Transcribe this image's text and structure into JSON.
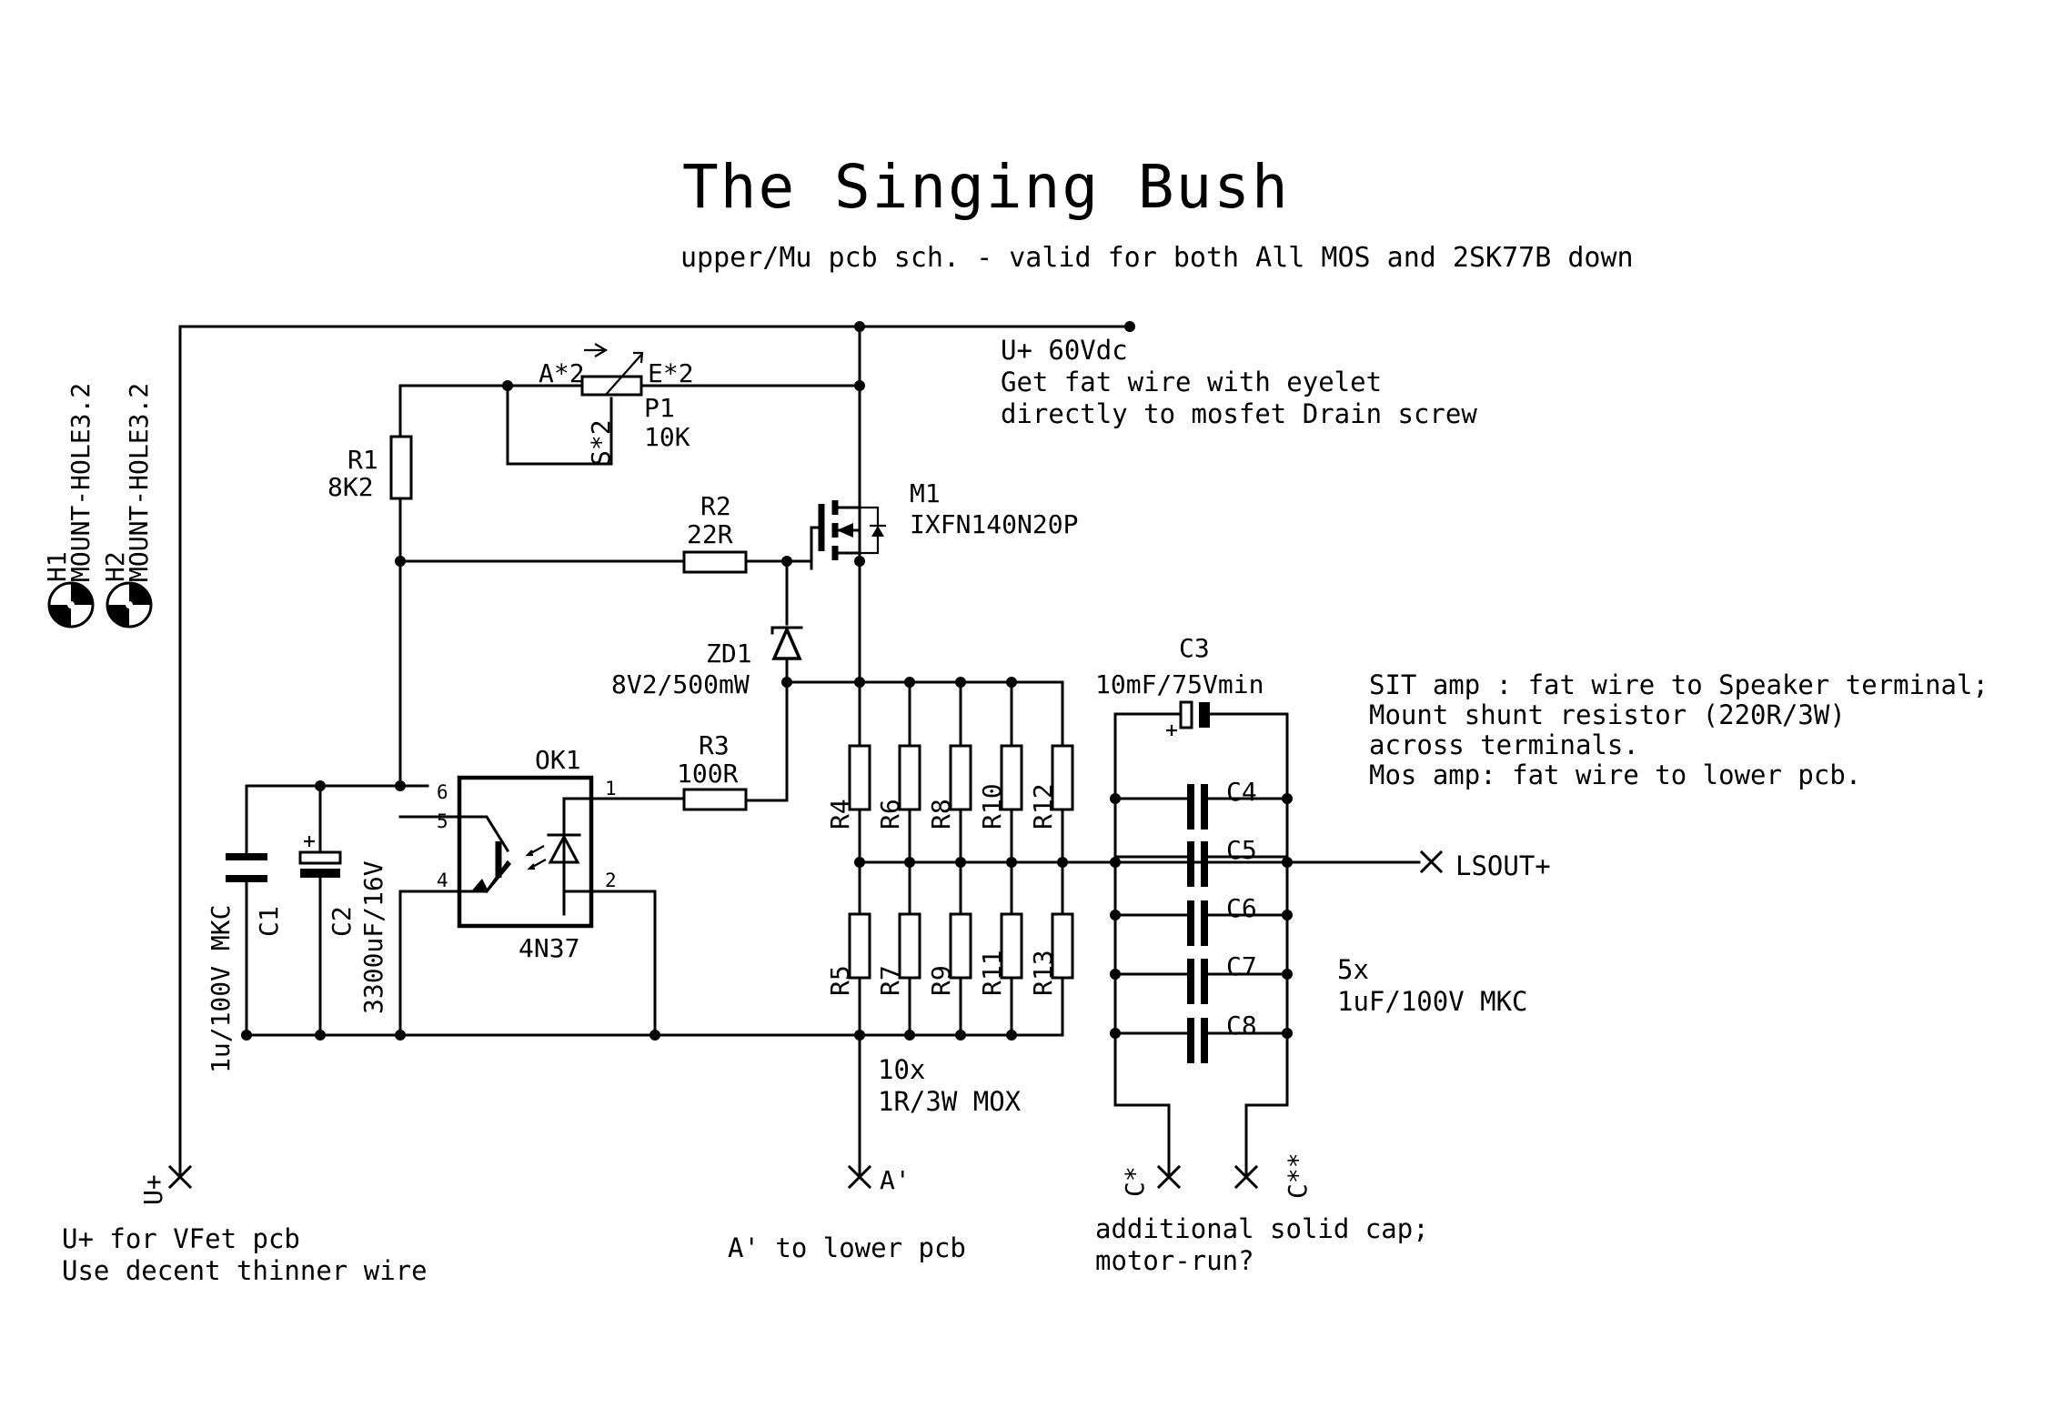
{
  "title": "The Singing Bush",
  "subtitle": "upper/Mu pcb sch. - valid for both All MOS and 2SK77B down",
  "supply_note": [
    "U+ 60Vdc",
    "Get fat wire with eyelet",
    "directly to mosfet Drain screw"
  ],
  "mount_holes": [
    {
      "name": "H1",
      "value": "MOUNT-HOLE3.2"
    },
    {
      "name": "H2",
      "value": "MOUNT-HOLE3.2"
    }
  ],
  "components": {
    "p1": {
      "name": "P1",
      "value": "10K",
      "pin_a": "A*2",
      "pin_e": "E*2",
      "pin_s": "S*2"
    },
    "r1": {
      "name": "R1",
      "value": "8K2"
    },
    "r2": {
      "name": "R2",
      "value": "22R"
    },
    "r3": {
      "name": "R3",
      "value": "100R"
    },
    "m1": {
      "name": "M1",
      "value": "IXFN140N20P"
    },
    "zd1": {
      "name": "ZD1",
      "value": "8V2/500mW"
    },
    "ok1": {
      "name": "OK1",
      "value": "4N37",
      "pins": [
        "1",
        "2",
        "4",
        "5",
        "6"
      ]
    },
    "c1": {
      "name": "C1",
      "value": "1u/100V MKC"
    },
    "c2": {
      "name": "C2",
      "value": "3300uF/16V"
    },
    "c3": {
      "name": "C3",
      "value": "10mF/75Vmin"
    },
    "c_bank": [
      "C4",
      "C5",
      "C6",
      "C7",
      "C8"
    ],
    "r_top": [
      "R4",
      "R6",
      "R8",
      "R10",
      "R12"
    ],
    "r_bottom": [
      "R5",
      "R7",
      "R9",
      "R11",
      "R13"
    ]
  },
  "resistor_note": [
    "10x",
    "1R/3W MOX"
  ],
  "cap_note": [
    "5x",
    "1uF/100V MKC"
  ],
  "sit_note": [
    "SIT amp : fat wire to Speaker terminal;",
    "Mount shunt resistor (220R/3W)",
    "across terminals.",
    "Mos amp: fat wire to lower pcb."
  ],
  "terminals": {
    "lsout": "LSOUT+",
    "uplus": "U+",
    "aprime": "A'",
    "c_star": "C*",
    "c_star2": "C**"
  },
  "bottom_notes": {
    "uplus": [
      "U+ for VFet pcb",
      "Use decent thinner wire"
    ],
    "aprime": "A' to lower pcb",
    "cap": [
      "additional solid cap;",
      "motor-run?"
    ]
  }
}
